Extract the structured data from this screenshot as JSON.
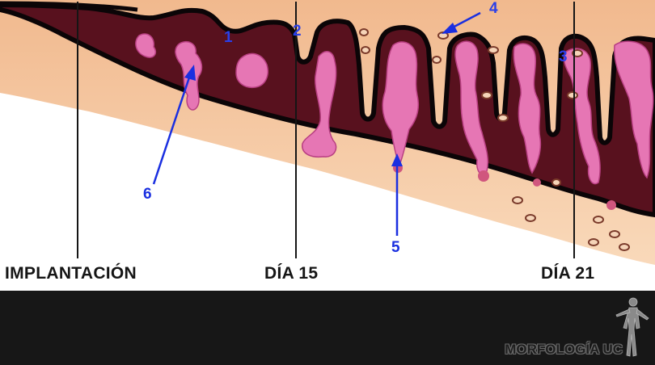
{
  "diagram": {
    "stage_labels": {
      "implantation": "IMPLANTACIÓN",
      "day15": "DÍA 15",
      "day21": "DÍA 21"
    },
    "markers": [
      "1",
      "2",
      "3",
      "4",
      "5",
      "6"
    ],
    "colors": {
      "stroma": "#f6c9a0",
      "decidua": "#58111e",
      "trophoblast_edge": "#0b0507",
      "villus_pink": "#e676b4",
      "arrow_blue": "#1a2fe0",
      "background": "#ffffff"
    }
  },
  "footer": {
    "brand": "MORFOLOGÍA UC",
    "icon": "human-figure-icon",
    "background": "#171717"
  }
}
